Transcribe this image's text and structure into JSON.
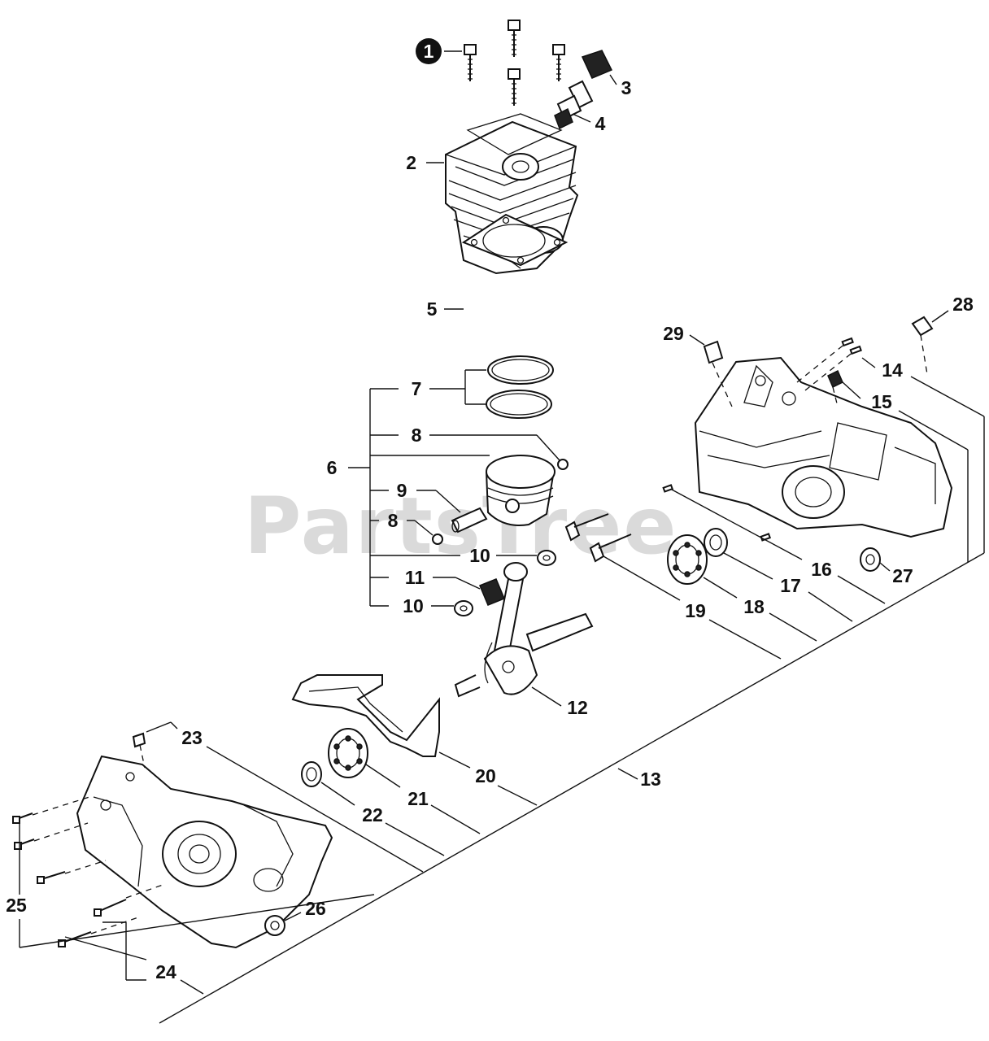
{
  "watermark": {
    "text": "PartsTree",
    "trademark": "™"
  },
  "callouts": {
    "c1": "1",
    "c2": "2",
    "c3": "3",
    "c4": "4",
    "c5": "5",
    "c6": "6",
    "c7": "7",
    "c8a": "8",
    "c8b": "8",
    "c9": "9",
    "c10a": "10",
    "c10b": "10",
    "c11": "11",
    "c12": "12",
    "c13": "13",
    "c14": "14",
    "c15": "15",
    "c16": "16",
    "c17": "17",
    "c18": "18",
    "c19": "19",
    "c20": "20",
    "c21": "21",
    "c22": "22",
    "c23": "23",
    "c24": "24",
    "c25": "25",
    "c26": "26",
    "c27": "27",
    "c28": "28",
    "c29": "29"
  },
  "colors": {
    "line": "#111111",
    "watermark": "#bdbdbd",
    "background": "#ffffff"
  }
}
